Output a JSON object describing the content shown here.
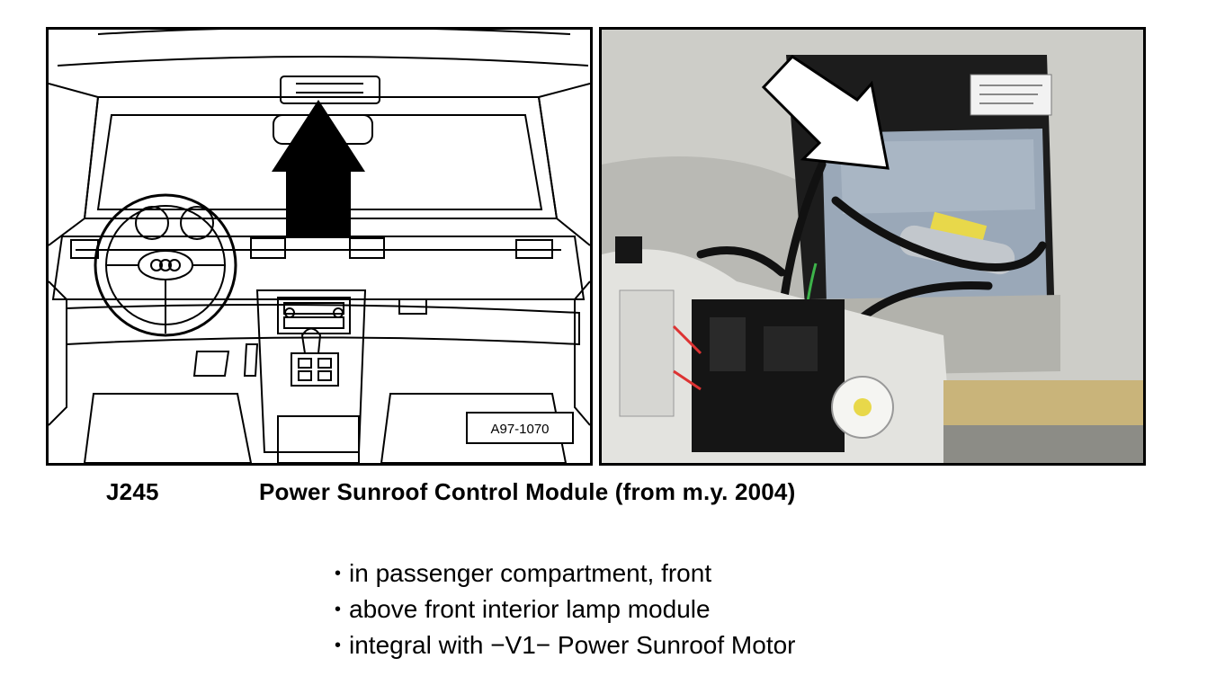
{
  "figure": {
    "label": "A97-1070"
  },
  "caption": {
    "code": "J245",
    "title": "Power Sunroof Control Module (from m.y. 2004)"
  },
  "bullets": [
    "in passenger compartment, front",
    "above front interior lamp module",
    "integral with −V1− Power Sunroof Motor"
  ],
  "colors": {
    "line": "#000000",
    "photo_headliner": "#c9c9c4",
    "photo_module": "#9aa8b8",
    "photo_label_yellow": "#e8d84a"
  },
  "icons": {
    "left_arrow": "arrow-up-icon",
    "right_arrow": "arrow-down-right-icon"
  }
}
